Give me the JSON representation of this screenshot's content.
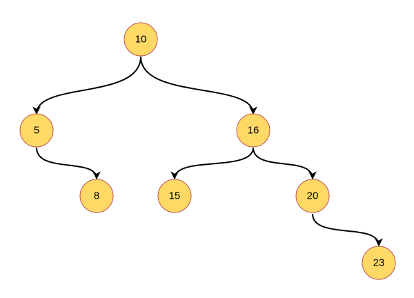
{
  "nodes": [
    {
      "id": "n10",
      "label": "10"
    },
    {
      "id": "n5",
      "label": "5"
    },
    {
      "id": "n16",
      "label": "16"
    },
    {
      "id": "n8",
      "label": "8"
    },
    {
      "id": "n15",
      "label": "15"
    },
    {
      "id": "n20",
      "label": "20"
    },
    {
      "id": "n23",
      "label": "23"
    }
  ],
  "edges": [
    {
      "from": "n10",
      "to": "n5"
    },
    {
      "from": "n10",
      "to": "n16"
    },
    {
      "from": "n5",
      "to": "n8"
    },
    {
      "from": "n16",
      "to": "n15"
    },
    {
      "from": "n16",
      "to": "n20"
    },
    {
      "from": "n20",
      "to": "n23"
    }
  ],
  "colors": {
    "node_fill": "#ffd966",
    "node_stroke": "#b85450",
    "edge": "#000000"
  }
}
